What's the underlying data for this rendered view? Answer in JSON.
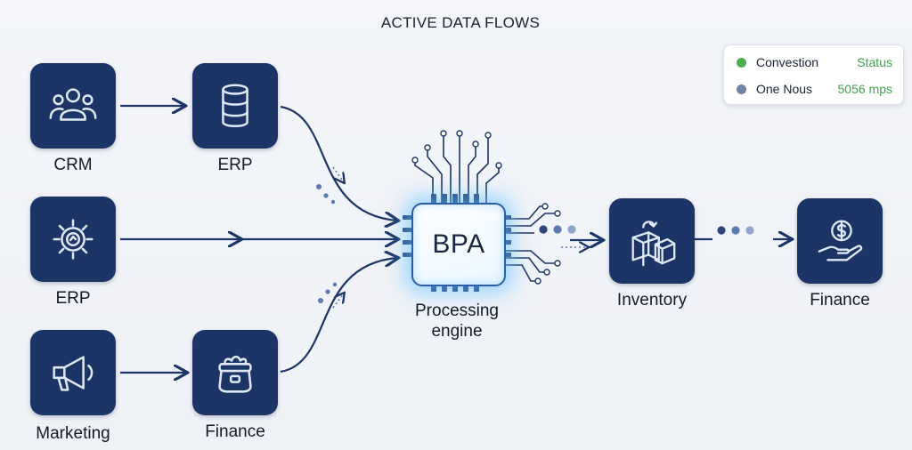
{
  "diagram": {
    "title": "ACTIVE DATA FLOWS",
    "sources": [
      {
        "label": "CRM",
        "icon": "users-icon"
      },
      {
        "label": "ERP",
        "icon": "database-icon"
      },
      {
        "label": "ERP",
        "icon": "gear-icon"
      },
      {
        "label": "Marketing",
        "icon": "megaphone-icon"
      },
      {
        "label": "Finance",
        "icon": "moneybag-icon"
      }
    ],
    "engine": {
      "chip_label": "BPA",
      "caption_line1": "Processing",
      "caption_line2": "engine"
    },
    "outputs": [
      {
        "label": "Inventory",
        "icon": "boxes-icon"
      },
      {
        "label": "Finance",
        "icon": "hand-dollar-icon"
      }
    ],
    "legend": [
      {
        "name": "Convestion",
        "value": "Status",
        "dot_color": "#4caf50"
      },
      {
        "name": "One Nous",
        "value": "5056 mps",
        "dot_color": "#7185a7"
      }
    ],
    "colors": {
      "node_fill": "#1d3566",
      "wire": "#1d3566",
      "glow": "#5abeff",
      "status_green": "#3fa34d"
    }
  }
}
